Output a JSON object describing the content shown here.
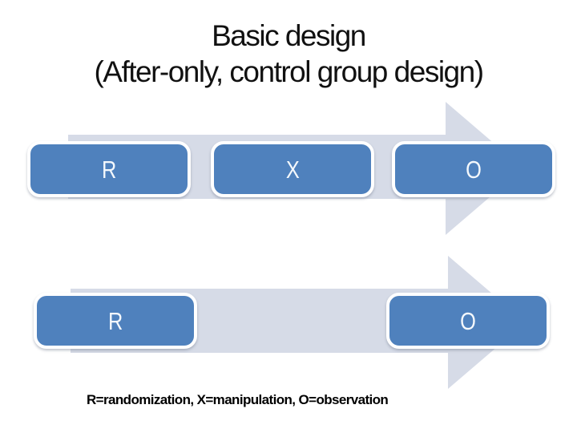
{
  "slide": {
    "title_line1": "Basic design",
    "title_line2": "(After-only, control group design)",
    "footnote": "R=randomization, X=manipulation, O=observation",
    "rows": [
      {
        "name": "experimental-group-row",
        "boxes": [
          {
            "label": "R"
          },
          {
            "label": "X"
          },
          {
            "label": "O"
          }
        ]
      },
      {
        "name": "control-group-row",
        "boxes": [
          {
            "label": "R"
          },
          {
            "label": "O"
          }
        ]
      }
    ],
    "colors": {
      "background": "#ffffff",
      "box_fill": "#4f81bd",
      "box_border": "#ffffff",
      "box_text": "#f4f8fc",
      "arrow_fill": "#d6dbe7",
      "title_text": "#111111",
      "footnote_text": "#000000"
    }
  }
}
